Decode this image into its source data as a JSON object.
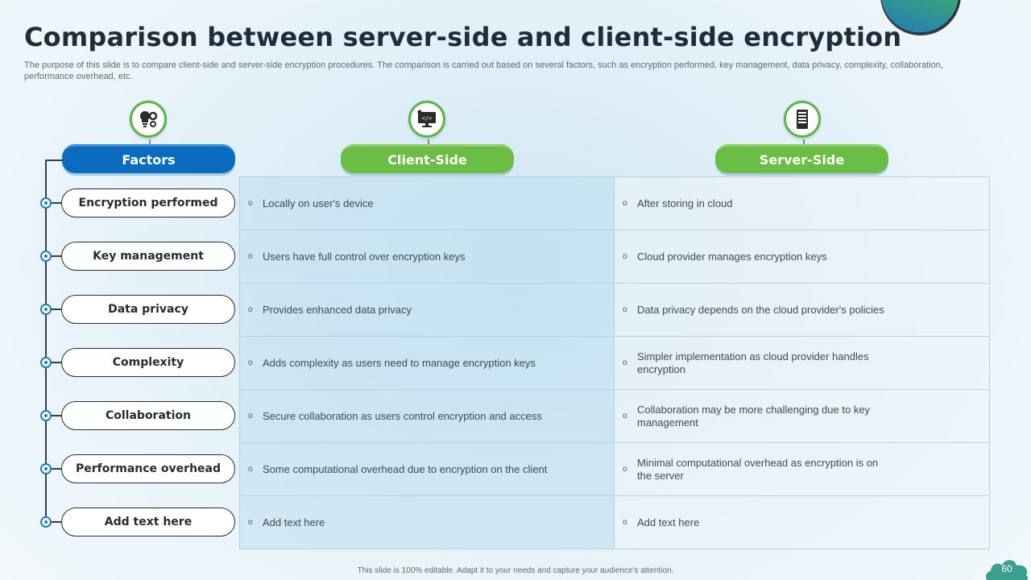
{
  "title": "Comparison between server-side and client-side encryption",
  "subtitle": "The purpose of this slide is to compare client-side and server-side encryption procedures. The comparison is carried out based on several factors, such as encryption performed, key management, data privacy, complexity, collaboration, performance overhead, etc.",
  "columns": {
    "factors": {
      "label": "Factors",
      "icon": "gears-lightbulb-icon"
    },
    "client": {
      "label": "Client-Side",
      "icon": "code-monitor-icon"
    },
    "server": {
      "label": "Server-Side",
      "icon": "server-icon"
    }
  },
  "rows": [
    {
      "factor": "Encryption performed",
      "client": "Locally on user's device",
      "server": "After storing in cloud"
    },
    {
      "factor": "Key management",
      "client": "Users have full control over encryption keys",
      "server": "Cloud provider manages encryption keys"
    },
    {
      "factor": "Data privacy",
      "client": "Provides enhanced data privacy",
      "server": "Data privacy depends on the cloud provider's policies"
    },
    {
      "factor": "Complexity",
      "client": "Adds complexity as users need to manage encryption keys",
      "server": "Simpler implementation as cloud provider handles encryption"
    },
    {
      "factor": "Collaboration",
      "client": "Secure collaboration as users control encryption and access",
      "server": "Collaboration may be more challenging due to key management"
    },
    {
      "factor": "Performance overhead",
      "client": "Some computational overhead due to encryption on the client",
      "server": "Minimal computational overhead as encryption is on the server"
    },
    {
      "factor": "Add text here",
      "client": "Add text here",
      "server": "Add text here"
    }
  ],
  "bullet_glyph": "o",
  "footer": "This slide is 100% editable. Adapt it to your needs and capture your audience's attention.",
  "page_number": "60",
  "colors": {
    "blue": "#0a6cbf",
    "green": "#6abd45",
    "border": "#b9d0dc"
  }
}
